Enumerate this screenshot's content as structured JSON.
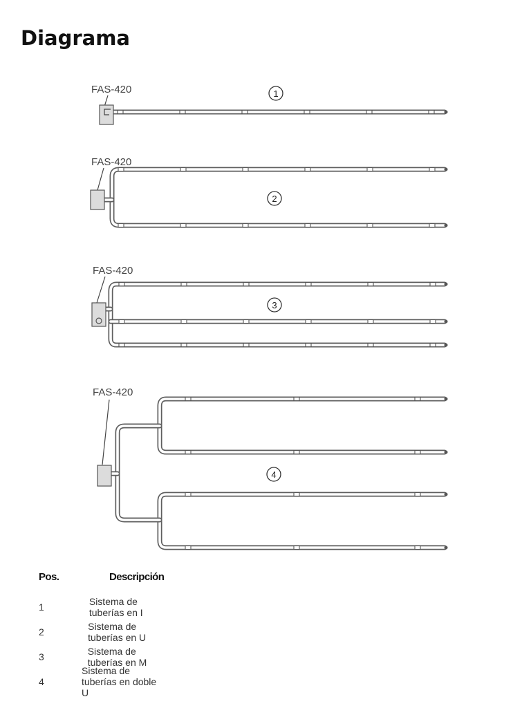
{
  "page": {
    "title": "Diagrama"
  },
  "diagram": {
    "device_label": "FAS-420",
    "systems": [
      {
        "number": "1"
      },
      {
        "number": "2"
      },
      {
        "number": "3"
      },
      {
        "number": "4"
      }
    ]
  },
  "legend": {
    "headers": {
      "pos": "Pos.",
      "desc": "Descripción"
    },
    "rows": [
      {
        "pos": "1",
        "desc": "Sistema de tuberías en I"
      },
      {
        "pos": "2",
        "desc": "Sistema de tuberías en U"
      },
      {
        "pos": "3",
        "desc": "Sistema de tuberías en M"
      },
      {
        "pos": "4",
        "desc": "Sistema de tuberías en doble U"
      }
    ]
  },
  "colors": {
    "pipe": "#5e5e5e",
    "device": "#dcdcdc",
    "text": "#1a1a1a"
  }
}
